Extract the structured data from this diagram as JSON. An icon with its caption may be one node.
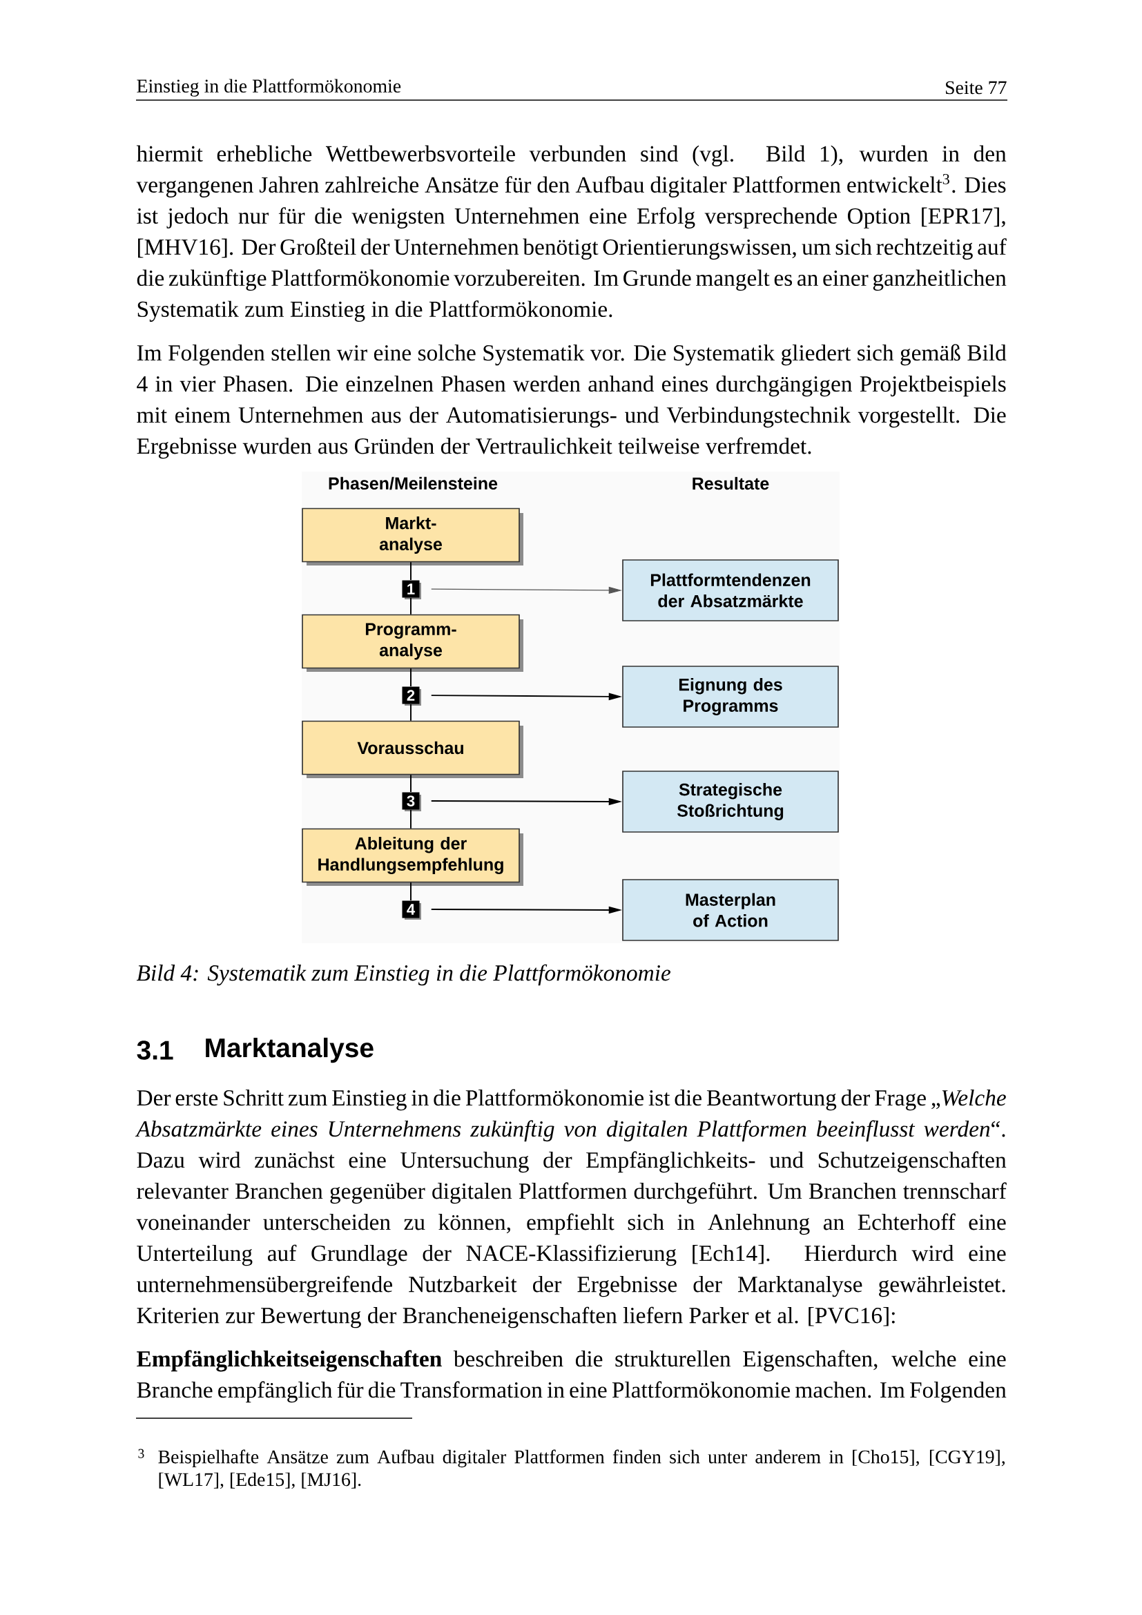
{
  "diagram": {
    "caption": "Bild 4: Systematik zum Einstieg in die Plattformökonomie",
    "nodes": [
      {
        "text": [
          "Markt- analyse"
        ]
      },
      {
        "text": [
          "1"
        ]
      },
      {
        "text": [
          "Plattformtendenzen der Absatzmärkte"
        ]
      },
      {
        "text": [
          "Programm- analyse"
        ]
      },
      {
        "text": [
          "2"
        ]
      },
      {
        "text": [
          "Eignung des Programms"
        ]
      },
      {
        "text": [
          "Vorausschau"
        ]
      },
      {
        "text": [
          "3"
        ]
      },
      {
        "text": [
          "Strategische Stoßrichtung"
        ]
      },
      {
        "text": [
          "Ableitung der Handlungsempfehlung"
        ]
      },
      {
        "text": [
          "4"
        ]
      },
      {
        "text": [
          "Masterplan of Action"
        ]
      }
    ],
    "edges": [
      {
        "from": 0,
        "to": 1,
        "arrow": "none"
      },
      {
        "from": 1,
        "to": 3,
        "arrow": "none"
      },
      {
        "from": 3,
        "to": 4,
        "arrow": "none"
      },
      {
        "from": 4,
        "to": 6,
        "arrow": "none"
      },
      {
        "from": 6,
        "to": 7,
        "arrow": "none"
      },
      {
        "from": 7,
        "to": 9,
        "arrow": "none"
      },
      {
        "from": 9,
        "to": 10,
        "arrow": "none"
      },
      {
        "from": 1,
        "to": 2,
        "arrow": "to",
        "color": "#555555"
      },
      {
        "from": 4,
        "to": 5,
        "arrow": "to"
      },
      {
        "from": 7,
        "to": 8,
        "arrow": "to"
      },
      {
        "from": 10,
        "to": 11,
        "arrow": "to"
      }
    ],
    "labels": [
      "Einstieg in die Plattformökonomie",
      "Seite 77",
      "hiermit erhebliche Wettbewerbsvorteile verbunden sind (vgl. Bild 1), wurden in den vergangenen Jahren zahlreiche Ansätze für den Aufbau digitaler Plattformen entwickelt$^{3}$. Dies ist jedoch nur für die wenigsten Unternehmen eine Erfolg versprechende Option [EPR17], [MHV16]. Der Großteil der Unternehmen benötigt Orientierungswissen, um sich rechtzeitig auf die zukünftige Plattformökonomie vorzubereiten. Im Grunde mangelt es an einer ganzheitlichen Systematik zum Einstieg in die Plattformökonomie.",
      "Im Folgenden stellen wir eine solche Systematik vor. Die Systematik gliedert sich gemäß Bild 4 in vier Phasen. Die einzelnen Phasen werden anhand eines durchgängigen Projektbeispiels mit einem Unternehmen aus der Automatisierungs- und Verbindungstechnik vorgestellt. Die Ergebnisse wurden aus Gründen der Vertraulichkeit teilweise verfremdet.",
      "Phasen/Meilensteine",
      "Resultate",
      "3.1",
      "Marktanalyse",
      "Der erste Schritt zum Einstieg in die Plattformökonomie ist die Beantwortung der Frage „*Welche Absatzmärkte eines Unternehmens zukünftig von digitalen Plattformen beeinflusst werden*“. Dazu wird zunächst eine Untersuchung der Empfänglichkeits- und Schutzeigenschaften relevanter Branchen gegenüber digitalen Plattformen durchgeführt. Um Branchen trennscharf voneinander unterscheiden zu können, empfiehlt sich in Anlehnung an Echterhoff eine Unterteilung auf Grundlage der NACE-Klassifizierung [Ech14]. Hierdurch wird eine unternehmensübergreifende Nutzbarkeit der Ergebnisse der Marktanalyse gewährleistet. Kriterien zur Bewertung der Brancheneigenschaften liefern Parker et al. [PVC16]:",
      "**Empfänglichkeitseigenschaften** beschreiben die strukturellen Eigenschaften, welche eine Branche empfänglich für die Transformation in eine Plattformökonomie machen. Im Folgenden",
      "3",
      "Beispielhafte Ansätze zum Aufbau digitaler Plattformen finden sich unter anderem in [Cho15], [CGY19], [WL17], [Ede15], [MJ16]."
    ]
  }
}
